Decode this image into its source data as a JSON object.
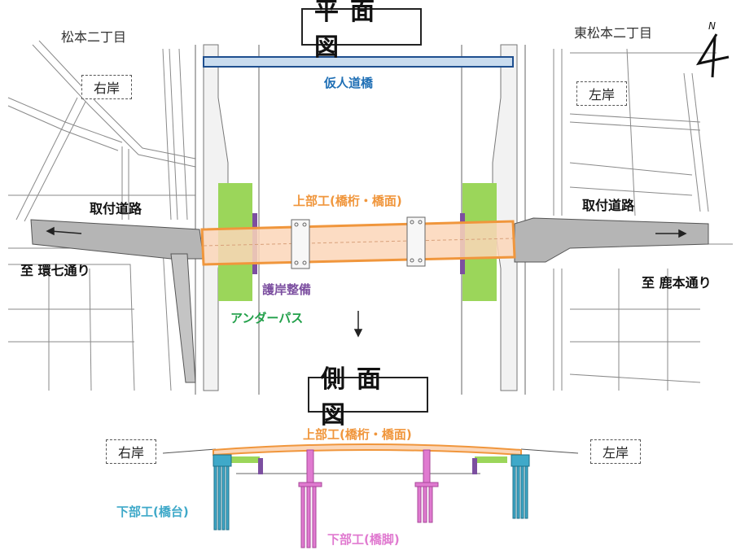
{
  "plan": {
    "title": "平面図",
    "town_left": "松本二丁目",
    "town_right": "東松本二丁目",
    "bank_right": "右岸",
    "bank_left": "左岸",
    "temp_bridge": "仮人道橋",
    "superstructure": "上部工(橋桁・橋面)",
    "access_road_left": "取付道路",
    "access_road_right": "取付道路",
    "to_left": "至 環七通り",
    "to_right": "至 鹿本通り",
    "revetment": "護岸整備",
    "underpass": "アンダーパス",
    "north": "N"
  },
  "side": {
    "title": "側面図",
    "bank_right": "右岸",
    "bank_left": "左岸",
    "superstructure": "上部工(橋桁・橋面)",
    "abutment": "下部工(橋台)",
    "pier": "下部工(橋脚)"
  },
  "colors": {
    "blue": "#1f6fb5",
    "orange": "#f0963c",
    "green": "#22a04a",
    "purple": "#7c4fa0",
    "cyan": "#3fa9c9",
    "pink": "#e07ad0",
    "lime": "#9bd65a"
  }
}
